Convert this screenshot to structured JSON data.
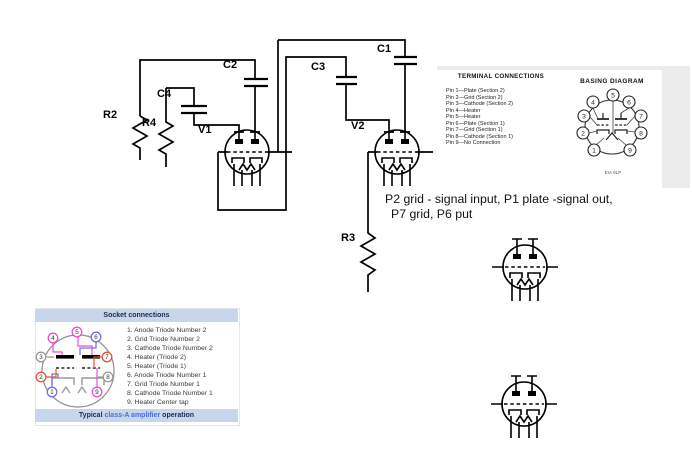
{
  "schematic": {
    "labels": {
      "r2": "R2",
      "r4": "R4",
      "c4": "C4",
      "c2": "C2",
      "c3": "C3",
      "c1": "C1",
      "v1": "V1",
      "v2": "V2",
      "r3": "R3"
    },
    "annotation_line1": "P2 grid - signal input, P1 plate -signal out,",
    "annotation_line2": "P7 grid, P6 put"
  },
  "terminal_panel": {
    "title": "TERMINAL CONNECTIONS",
    "pins": [
      "Pin 1—Plate (Section 2)",
      "Pin 2—Grid (Section 2)",
      "Pin 3—Cathode (Section 2)",
      "Pin 4—Heater",
      "Pin 5—Heater",
      "Pin 6—Plate (Section 1)",
      "Pin 7—Grid (Section 1)",
      "Pin 8—Cathode (Section 1)",
      "Pin 9—No Connection"
    ]
  },
  "basing_diagram": {
    "title": "BASING DIAGRAM",
    "caption": "EIA 9LP",
    "pin_numbers": [
      "1",
      "2",
      "3",
      "4",
      "5",
      "6",
      "7",
      "8",
      "9"
    ]
  },
  "socket_panel": {
    "header": "Socket connections",
    "items": [
      "1. Anode Triode Number 2",
      "2. Grid Triode Number 2",
      "3. Cathode Triode Number 2",
      "4. Heater (Triode 2)",
      "5. Heater (Triode 1)",
      "6. Anode Triode Number 1",
      "7. Grid Triode Number 1",
      "8. Cathode Triode Number 1",
      "9. Heater Center tap"
    ],
    "footer_prefix": "Typical ",
    "footer_link": "class-A amplifier",
    "footer_suffix": " operation",
    "pins": [
      {
        "number": "1",
        "color": "#6f6fe8"
      },
      {
        "number": "2",
        "color": "#f0503c"
      },
      {
        "number": "3",
        "color": "#9a9a9a"
      },
      {
        "number": "4",
        "color": "#ee4fd8"
      },
      {
        "number": "5",
        "color": "#ee4fd8"
      },
      {
        "number": "6",
        "color": "#6f6fe8"
      },
      {
        "number": "7",
        "color": "#f0503c"
      },
      {
        "number": "8",
        "color": "#9a9a9a"
      },
      {
        "number": "9",
        "color": "#ee4fd8"
      }
    ],
    "colors": {
      "bar_bg": "#c9d5ea",
      "bar_text": "#1b2a55",
      "link": "#4a6fd4",
      "wire_magenta": "#ee4fd8",
      "wire_blue": "#6f6fe8",
      "wire_red": "#f0503c",
      "wire_gray": "#9a9a9a"
    }
  }
}
